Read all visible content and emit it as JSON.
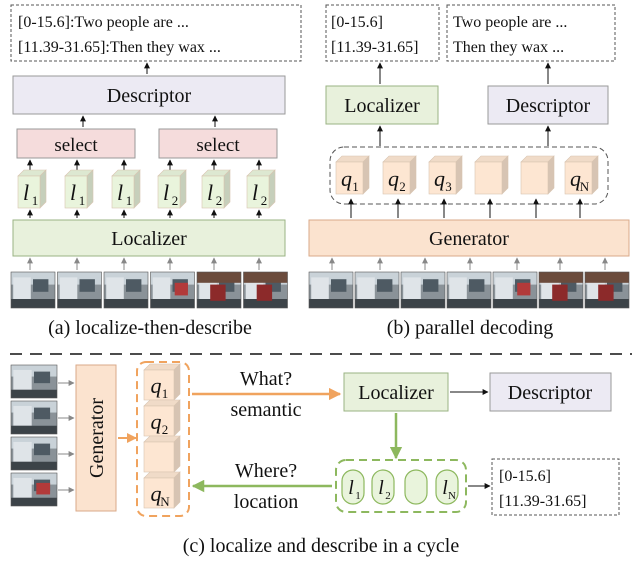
{
  "panel_a": {
    "output_line1": "[0-15.6]:Two people are ...",
    "output_line2": "[11.39-31.65]:Then they wax ...",
    "descriptor": "Descriptor",
    "select_label": "select",
    "localizer": "Localizer",
    "tokens": [
      {
        "sym": "l",
        "sub": "1"
      },
      {
        "sym": "l",
        "sub": "1"
      },
      {
        "sym": "l",
        "sub": "1"
      },
      {
        "sym": "l",
        "sub": "2"
      },
      {
        "sym": "l",
        "sub": "2"
      },
      {
        "sym": "l",
        "sub": "2"
      }
    ],
    "caption": "(a) localize-then-describe"
  },
  "panel_b": {
    "loc_out_line1": "[0-15.6]",
    "loc_out_line2": "[11.39-31.65]",
    "desc_out_line1": "Two people are ...",
    "desc_out_line2": "Then they wax ...",
    "localizer": "Localizer",
    "descriptor": "Descriptor",
    "generator": "Generator",
    "queries": [
      {
        "sym": "q",
        "sub": "1"
      },
      {
        "sym": "q",
        "sub": "2"
      },
      {
        "sym": "q",
        "sub": "3"
      },
      {
        "sym": "",
        "sub": ""
      },
      {
        "sym": "",
        "sub": ""
      },
      {
        "sym": "q",
        "sub": "N"
      }
    ],
    "caption": "(b) parallel decoding"
  },
  "panel_c": {
    "generator": "Generator",
    "queries": [
      {
        "sym": "q",
        "sub": "1"
      },
      {
        "sym": "q",
        "sub": "2"
      },
      {
        "sym": "",
        "sub": ""
      },
      {
        "sym": "q",
        "sub": "N"
      }
    ],
    "what": "What?",
    "semantic": "semantic",
    "where": "Where?",
    "location": "location",
    "localizer": "Localizer",
    "descriptor": "Descriptor",
    "loc_tokens": [
      {
        "sym": "l",
        "sub": "1"
      },
      {
        "sym": "l",
        "sub": "2"
      },
      {
        "sym": "",
        "sub": ""
      },
      {
        "sym": "l",
        "sub": "N"
      }
    ],
    "out_line1": "[0-15.6]",
    "out_line2": "[11.39-31.65]",
    "caption": "(c) localize and describe in a cycle"
  },
  "colors": {
    "localizer_fill": "#e8f1dc",
    "localizer_stroke": "#9ab383",
    "descriptor_fill": "#eceaf3",
    "select_fill": "#f5dcdc",
    "generator_fill": "#fbe3cf",
    "query_front": "#fde6d2",
    "orange_arrow": "#f0a35e",
    "green_arrow": "#8db85e",
    "token_front": "#e9f4dc"
  }
}
